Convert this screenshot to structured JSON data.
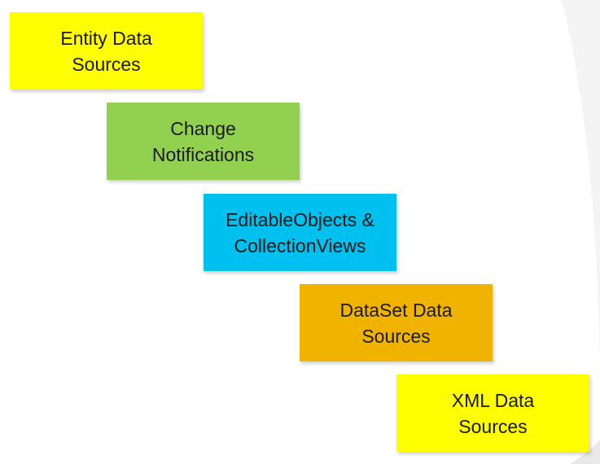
{
  "steps": [
    {
      "label": "Entity Data\nSources",
      "color": "#fefe00"
    },
    {
      "label": "Change\nNotifications",
      "color": "#92d050"
    },
    {
      "label": "EditableObjects &\nCollectionViews",
      "color": "#00c0ef"
    },
    {
      "label": "DataSet Data\nSources",
      "color": "#f0b400"
    },
    {
      "label": "XML Data\nSources",
      "color": "#fefe00"
    }
  ]
}
